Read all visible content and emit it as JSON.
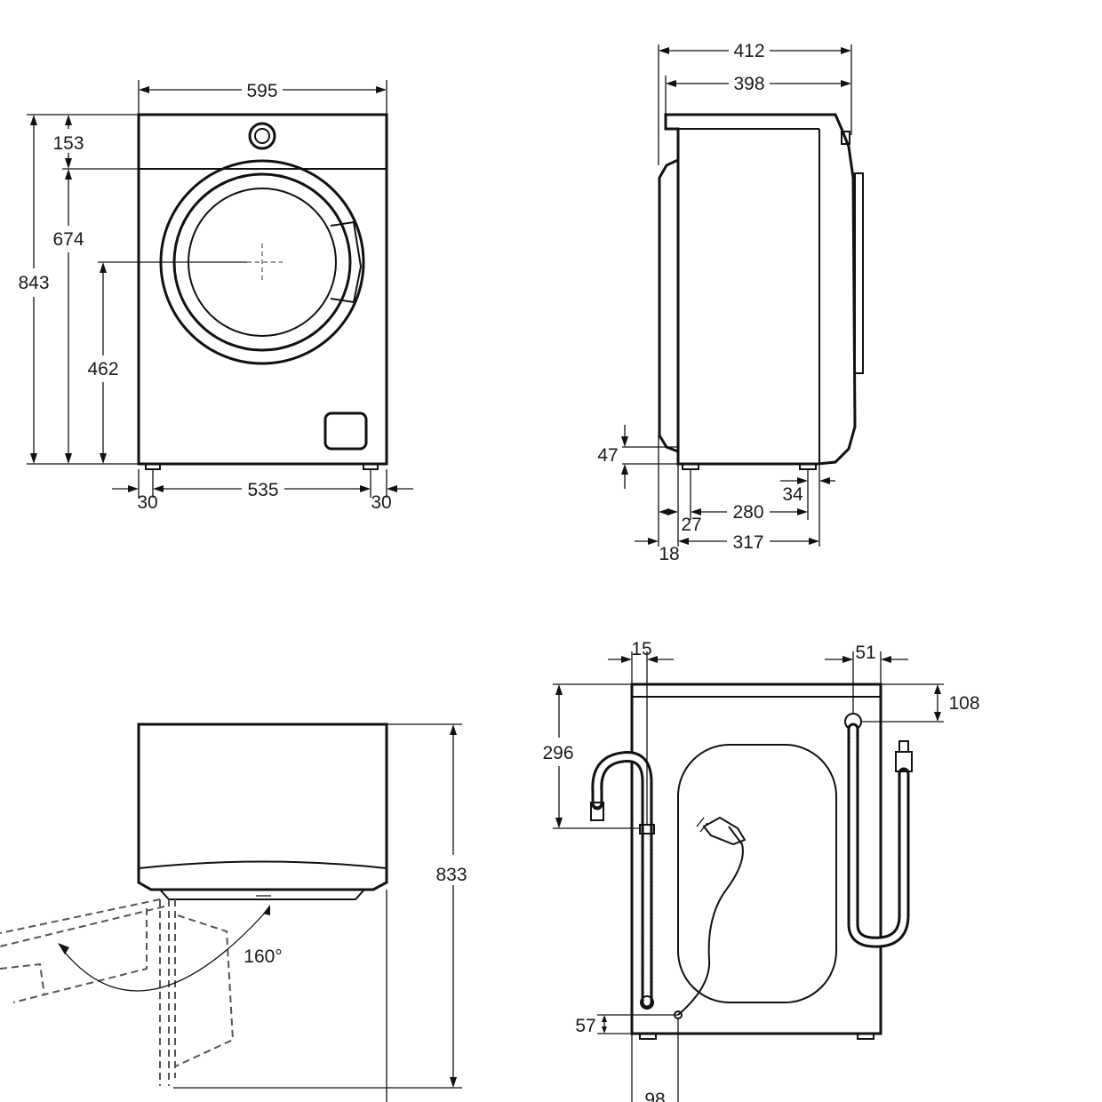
{
  "views": {
    "front": {
      "width": "595",
      "top_panel_height": "153",
      "door_height": "674",
      "total_height": "843",
      "door_center_height": "462",
      "foot_span": "535",
      "foot_inset_left": "30",
      "foot_inset_right": "30"
    },
    "side": {
      "depth_overall": "412",
      "depth_top": "398",
      "bottom_clearance": "47",
      "foot_offset_front": "34",
      "foot_span": "280",
      "foot_offset_back": "27",
      "rear_offset": "18",
      "body_depth": "317"
    },
    "top": {
      "height_with_door": "833",
      "door_angle": "160°"
    },
    "rear": {
      "inlet_offset": "15",
      "drain_offset": "51",
      "top_to_drain": "108",
      "hose_height": "296",
      "cable_height": "57",
      "cable_offset": "98"
    }
  }
}
